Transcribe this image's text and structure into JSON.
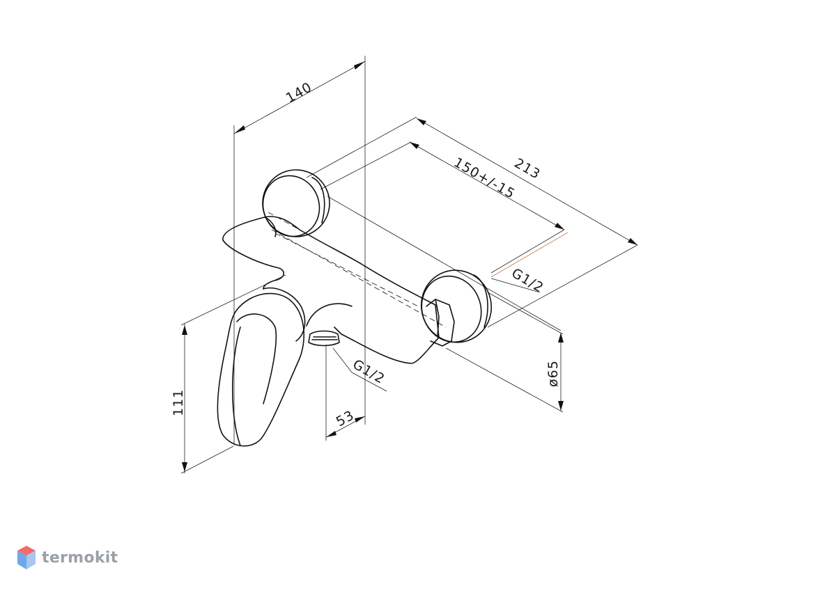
{
  "dimensions": {
    "width_140": "140",
    "depth_213": "213",
    "centers": "150+/-15",
    "thread_inlet": "G1/2",
    "thread_outlet": "G1/2",
    "height_111": "111",
    "offset_53": "53",
    "diameter": "ø65"
  },
  "watermark": {
    "brand": "termokit",
    "colors": {
      "top": "#f26b6b",
      "left": "#6fa8e8",
      "right": "#a7c7ef"
    }
  }
}
